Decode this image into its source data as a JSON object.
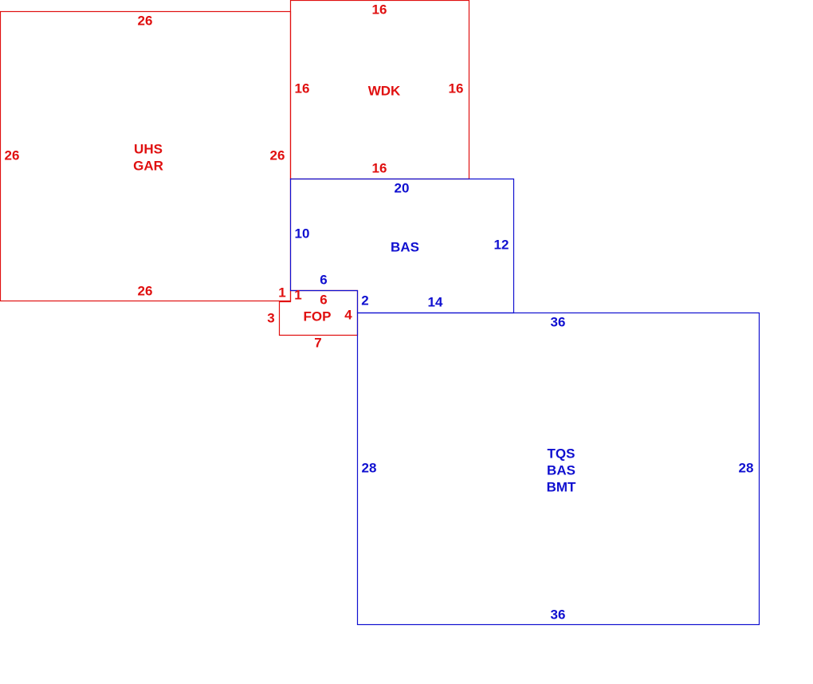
{
  "colors": {
    "red": "#e01010",
    "blue": "#1010d0"
  },
  "areas": {
    "uhs_gar": {
      "lines": [
        "UHS",
        "GAR"
      ],
      "top": "26",
      "bottom": "26",
      "left": "26",
      "right": "26"
    },
    "wdk": {
      "label": "WDK",
      "top": "16",
      "bottom": "16",
      "left": "16",
      "right": "16"
    },
    "bas": {
      "label": "BAS",
      "top": "20",
      "left": "10",
      "right": "12",
      "bottom_right": "14",
      "step_top": "6",
      "step_side": "2"
    },
    "fop": {
      "label": "FOP",
      "top": "6",
      "right": "4",
      "bottom": "7",
      "left": "3",
      "step_a": "1",
      "step_b": "1"
    },
    "tqs": {
      "lines": [
        "TQS",
        "BAS",
        "BMT"
      ],
      "top": "36",
      "bottom": "36",
      "left": "28",
      "right": "28"
    }
  }
}
